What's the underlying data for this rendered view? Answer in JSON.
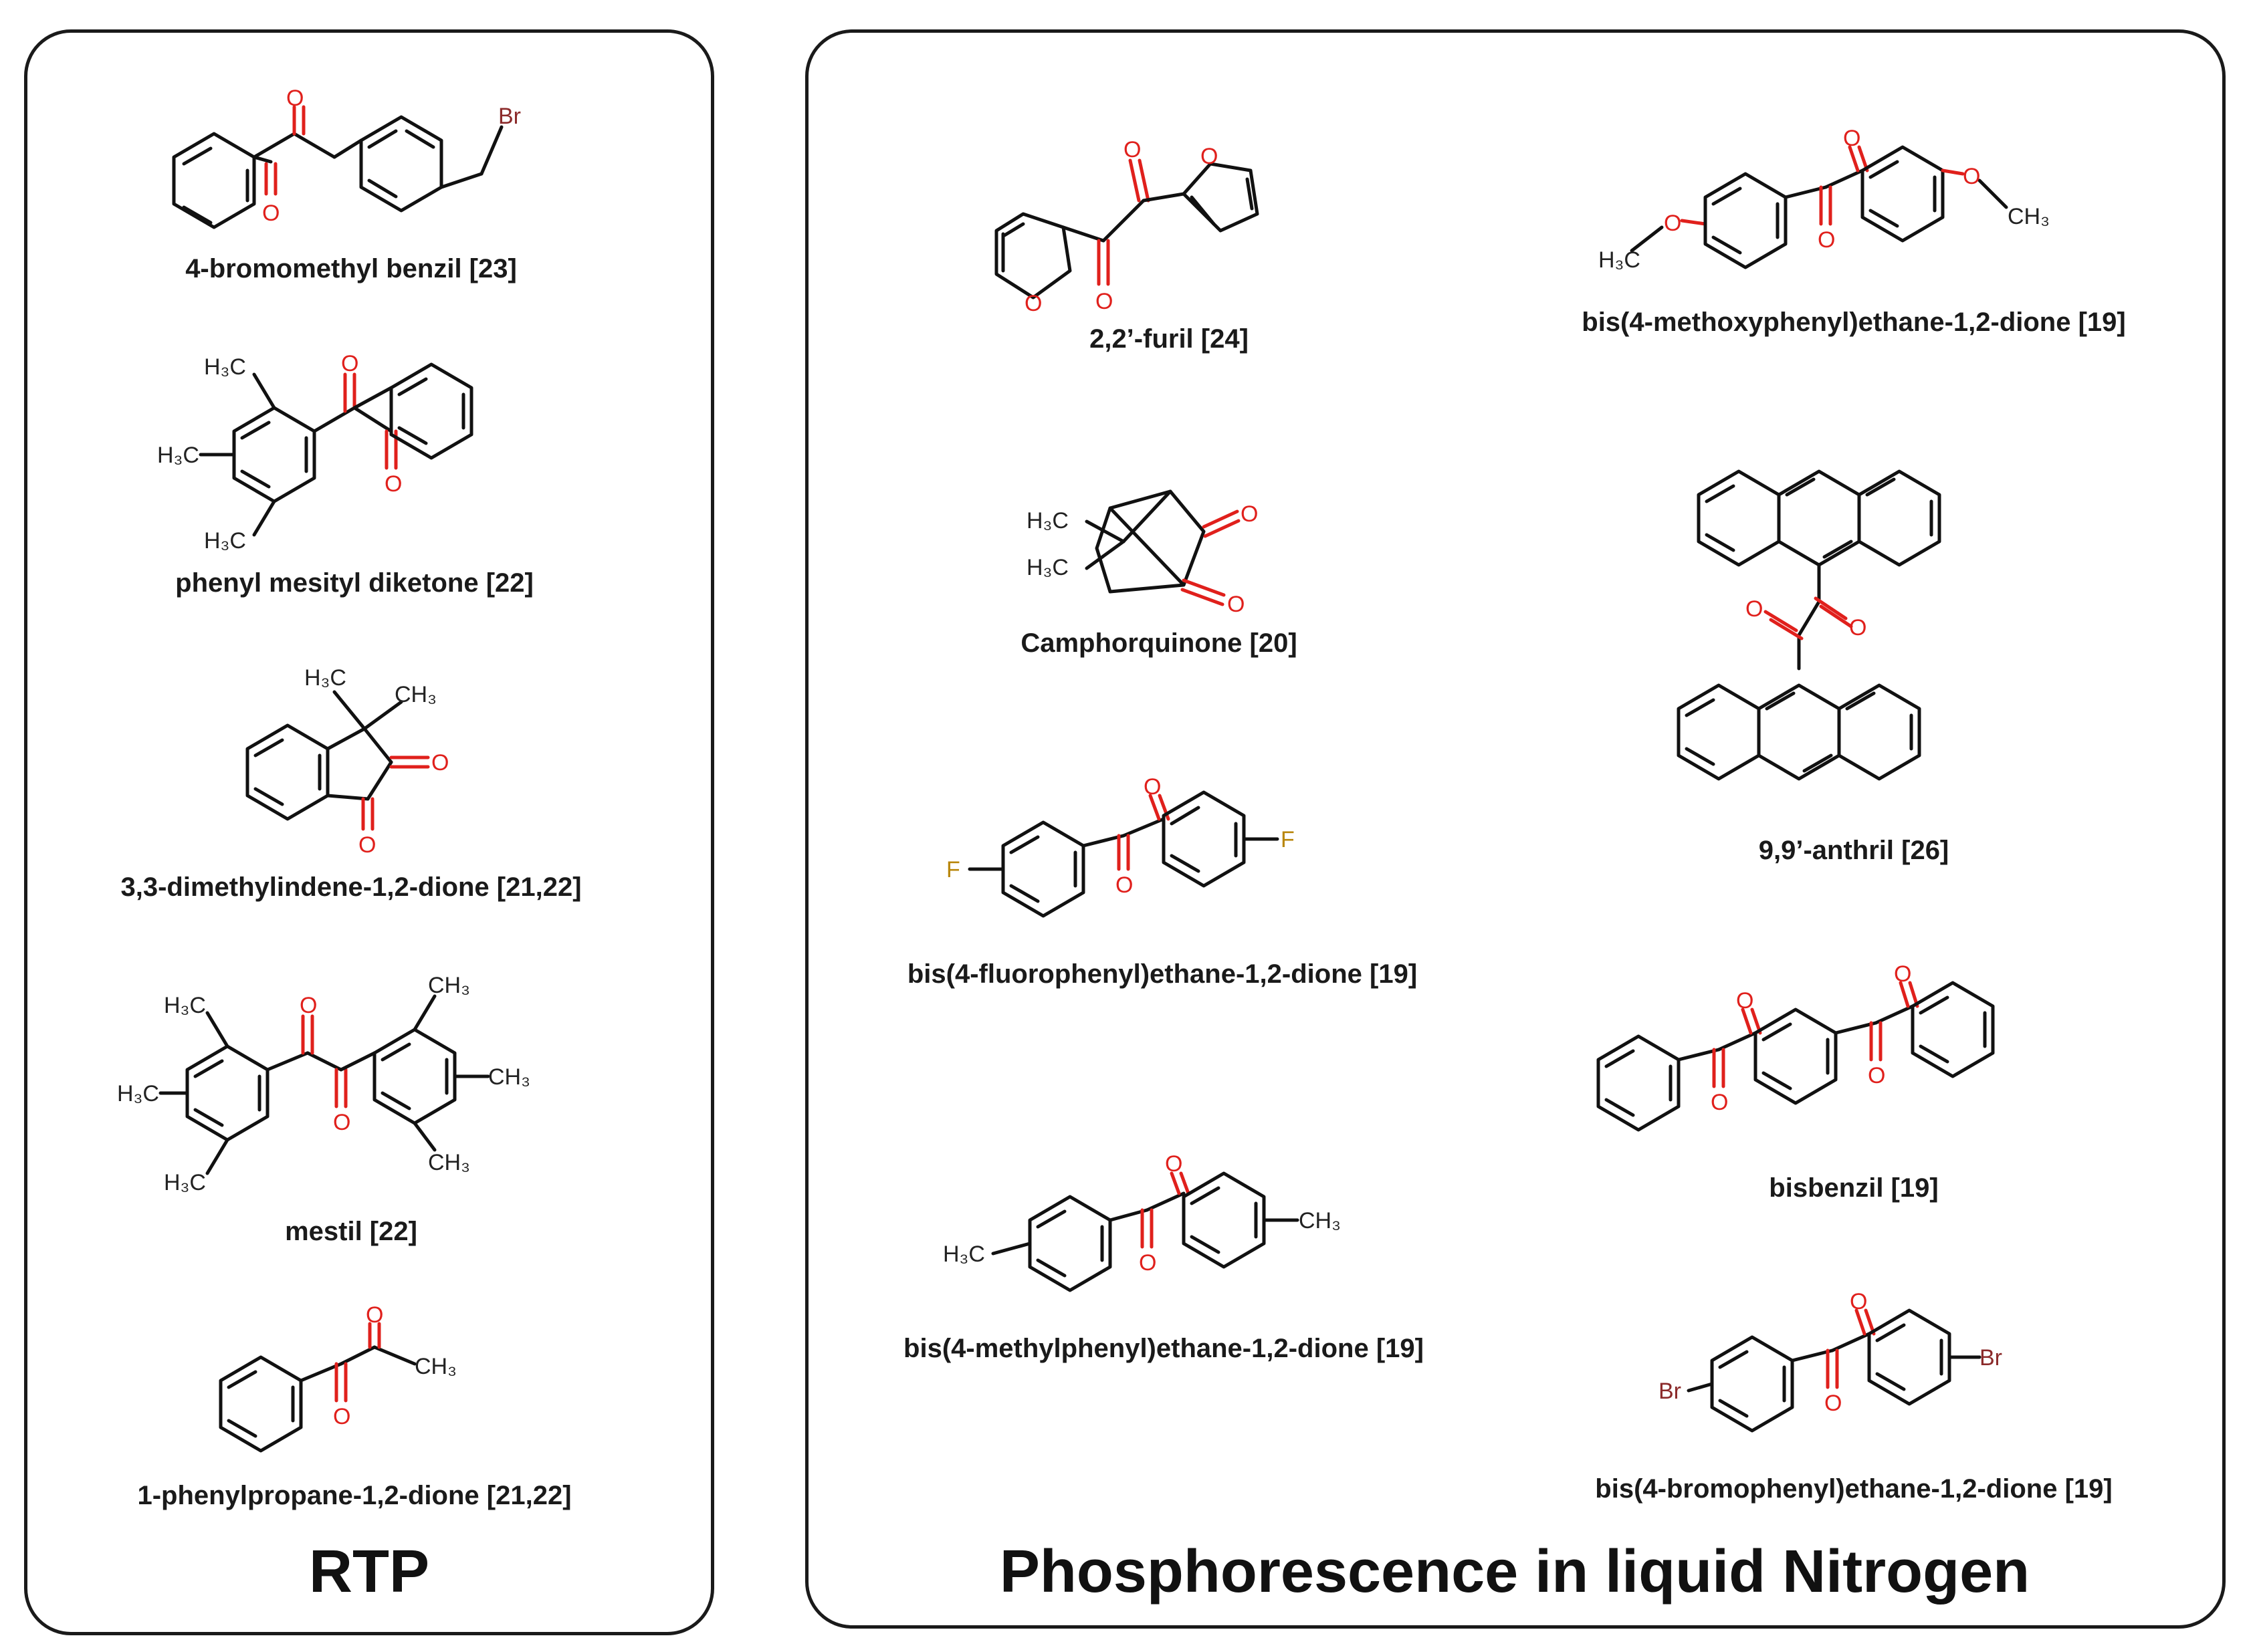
{
  "panels": {
    "left_title": "RTP",
    "right_title": "Phosphorescence in liquid Nitrogen"
  },
  "compounds": [
    {
      "label": "4-bromomethyl benzil [23]"
    },
    {
      "label": "phenyl mesityl diketone [22]"
    },
    {
      "label": "3,3-dimethylindene-1,2-dione [21,22]"
    },
    {
      "label": "mestil [22]"
    },
    {
      "label": "1-phenylpropane-1,2-dione [21,22]"
    },
    {
      "label": "2,2’-furil [24]"
    },
    {
      "label": "Camphorquinone [20]"
    },
    {
      "label": "bis(4-fluorophenyl)ethane-1,2-dione [19]"
    },
    {
      "label": "bis(4-methylphenyl)ethane-1,2-dione [19]"
    },
    {
      "label": "bis(4-methoxyphenyl)ethane-1,2-dione [19]"
    },
    {
      "label": "9,9’-anthril [26]"
    },
    {
      "label": "bisbenzil [19]"
    },
    {
      "label": "bis(4-bromophenyl)ethane-1,2-dione [19]"
    }
  ],
  "atoms": {
    "O": "O",
    "Br": "Br",
    "F": "F",
    "CH3": "CH₃",
    "H3C": "H₃C"
  },
  "colors": {
    "oxygen": "#e0201c",
    "bromine": "#8b2a2a",
    "fluorine": "#b8860b",
    "bond": "#111111"
  }
}
